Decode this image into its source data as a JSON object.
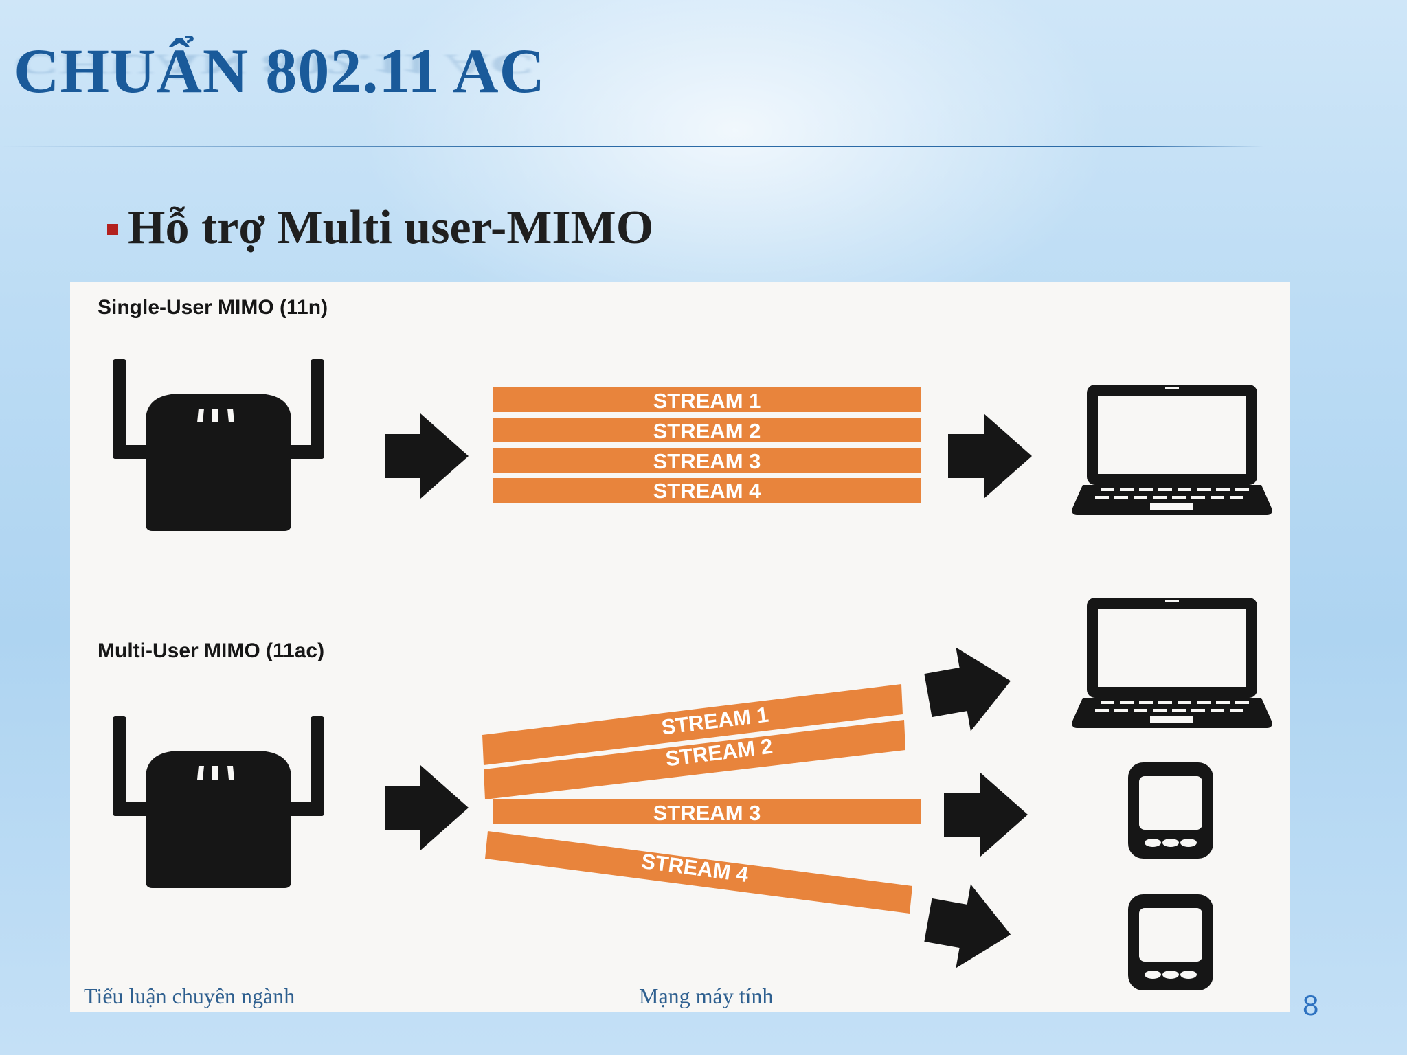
{
  "slide": {
    "title": "CHUẨN 802.11 AC",
    "bullet": "Hỗ trợ Multi user-MIMO"
  },
  "figure": {
    "single_user_label": "Single-User MIMO (11n)",
    "multi_user_label": "Multi-User MIMO (11ac)",
    "single_streams": [
      "STREAM 1",
      "STREAM 2",
      "STREAM 3",
      "STREAM 4"
    ],
    "multi_streams": [
      "STREAM 1",
      "STREAM 2",
      "STREAM 3",
      "STREAM 4"
    ],
    "colors": {
      "stream": "#e8843c",
      "icon": "#161616",
      "panel": "#f8f7f5"
    }
  },
  "footer": {
    "left": "Tiểu luận chuyên ngành",
    "center": "Mạng máy tính",
    "page_number": "8"
  }
}
